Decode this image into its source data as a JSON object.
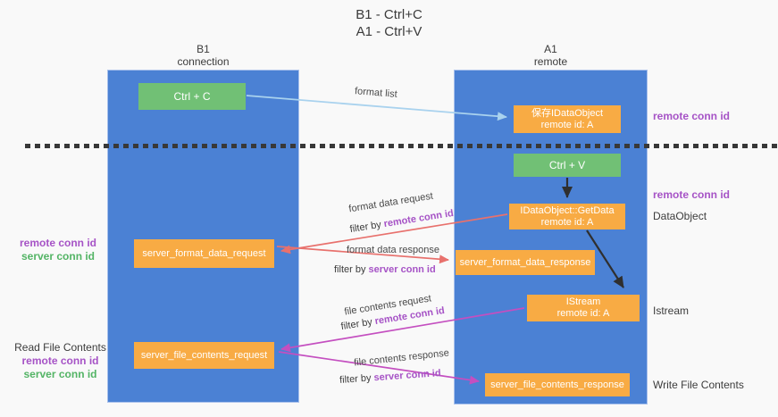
{
  "title": {
    "line1": "B1 - Ctrl+C",
    "line2": "A1 - Ctrl+V"
  },
  "lanes": {
    "b1": {
      "name": "B1",
      "subtitle": "connection"
    },
    "a1": {
      "name": "A1",
      "subtitle": "remote"
    }
  },
  "nodes": {
    "ctrl_c": {
      "label": "Ctrl + C"
    },
    "save_idataobject": {
      "line1": "保存IDataObject",
      "line2": "remote id: A"
    },
    "ctrl_v": {
      "label": "Ctrl + V"
    },
    "getdata": {
      "line1": "IDataObject::GetData",
      "line2": "remote id: A"
    },
    "server_format_data_request": {
      "label": "server_format_data_request"
    },
    "server_format_data_response": {
      "label": "server_format_data_response"
    },
    "istream": {
      "line1": "IStream",
      "line2": "remote id: A"
    },
    "server_file_contents_request": {
      "label": "server_file_contents_request"
    },
    "server_file_contents_response": {
      "label": "server_file_contents_response"
    }
  },
  "edges": {
    "format_list": "format list",
    "format_data_request": "format data request",
    "format_data_response": "format data response",
    "file_contents_request": "file contents request",
    "file_contents_response": "file contents response",
    "filter_by": "filter by ",
    "remote_conn_id": "remote conn id",
    "server_conn_id": "server conn id"
  },
  "annotations": {
    "right_top_remote_conn_id": "remote conn id",
    "right_mid_remote_conn_id": "remote conn id",
    "dataobject": "DataObject",
    "istream": "Istream",
    "write_file_contents": "Write File Contents",
    "left_mid": {
      "remote": "remote conn id",
      "server": "server conn id"
    },
    "left_bottom": {
      "title": "Read File Contents",
      "remote": "remote conn id",
      "server": "server conn id"
    }
  },
  "colors": {
    "lane_blue": "#4b81d4",
    "green_box": "#71c075",
    "orange_box": "#f8ab44",
    "purple_text": "#a653c6",
    "green_text": "#53b465",
    "arrow_light_blue": "#a9d2ee",
    "arrow_red": "#e8716d",
    "arrow_magenta": "#c44fc0",
    "arrow_black": "#2f2f2f"
  }
}
